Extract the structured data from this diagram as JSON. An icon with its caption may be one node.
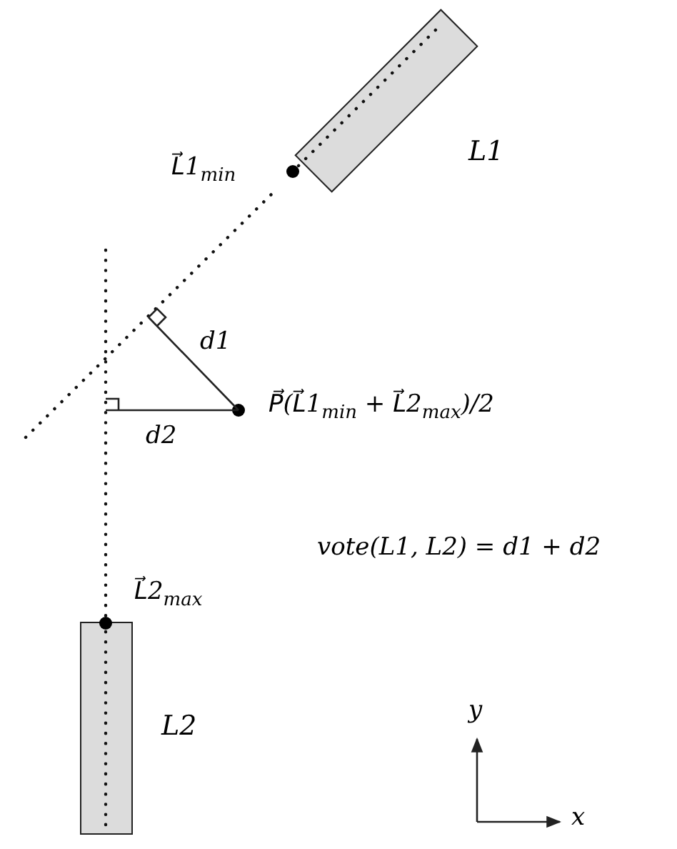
{
  "diagram": {
    "nodes": [
      {
        "text": [],
        "shape": "box",
        "beside": [
          "L1"
        ]
      },
      {
        "text": [],
        "shape": "box",
        "beside": [
          "L2"
        ]
      }
    ],
    "labels": [
      "L⃗1$_{min}$",
      "d1",
      "P⃗(L⃗1$_{min}$ + L⃗2$_{max}$)/2",
      "d2",
      "vote(L1, L2) = d1 + d2",
      "L⃗2$_{max}$",
      "y",
      "x"
    ]
  }
}
